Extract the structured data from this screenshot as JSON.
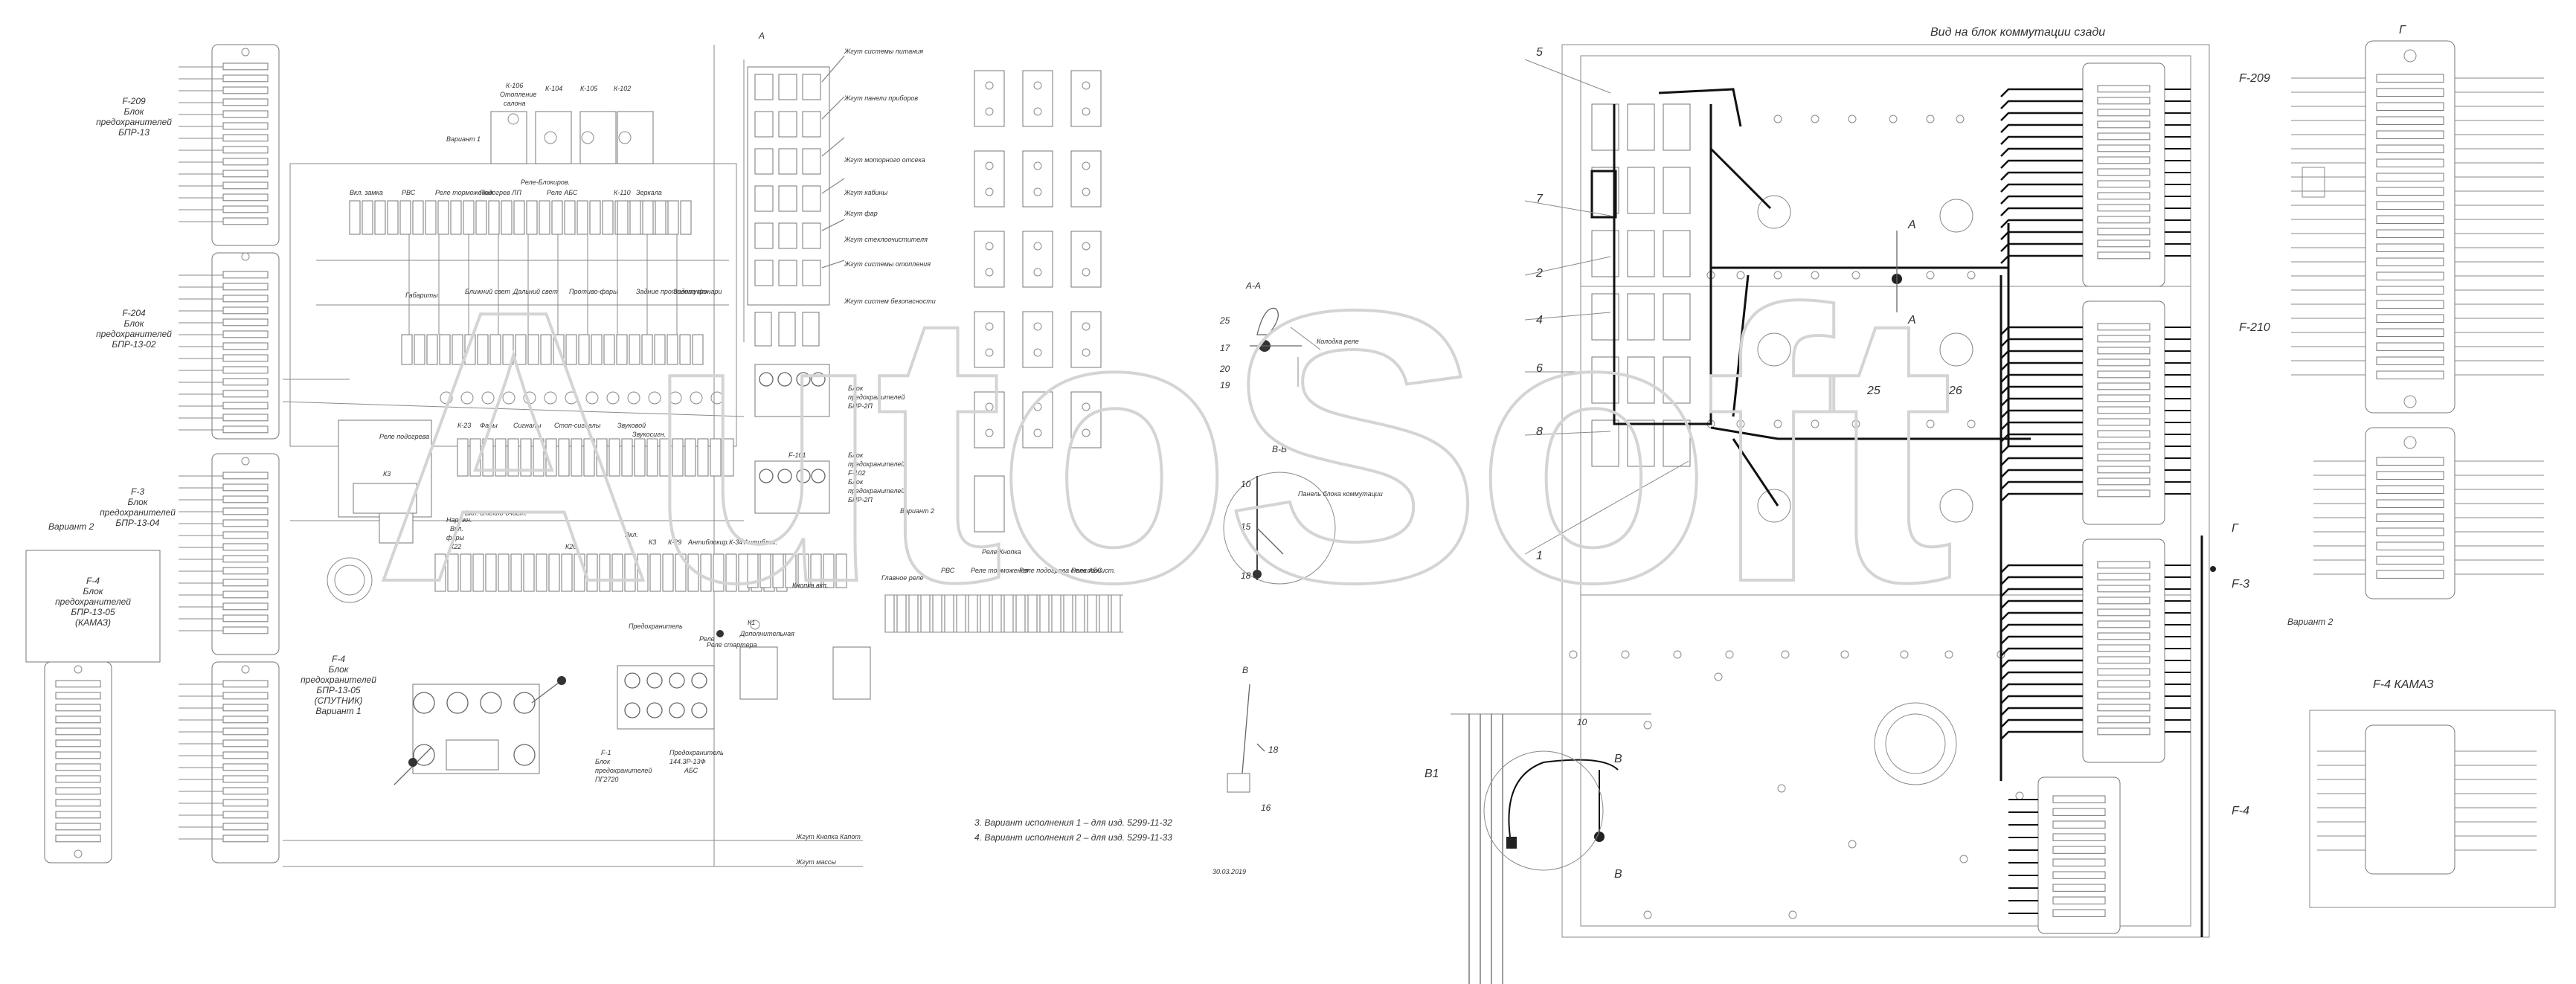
{
  "watermark": "AutoSoft",
  "view_title": "Вид на блок коммутации сзади",
  "left_fuse_blocks": [
    {
      "lines": [
        "F-209",
        "Блок",
        "предохранителей",
        "БПР-13"
      ]
    },
    {
      "lines": [
        "F-204",
        "Блок",
        "предохранителей",
        "БПР-13-02"
      ]
    },
    {
      "lines": [
        "F-3",
        "Блок",
        "предохранителей",
        "БПР-13-04"
      ]
    },
    {
      "lines": [
        "F-4",
        "Блок",
        "предохранителей",
        "БПР-13-05",
        "(КАМАЗ)"
      ]
    },
    {
      "lines": [
        "F-4",
        "Блок",
        "предохранителей",
        "БПР-13-05",
        "(СПУТНИК)",
        "Вариант 1"
      ]
    }
  ],
  "left_variant_label": "Вариант 2",
  "top_labels": [
    "К-106",
    "Отопление",
    "салона",
    "Вариант 1",
    "К-104",
    "К-105",
    "К-102"
  ],
  "relay_row_labels": [
    "Вкл. замка",
    "РВС",
    "Реле торможения",
    "Подогрев ЛП",
    "Реле-Блокиров.",
    "Реле АБС",
    "К-110",
    "Зеркала"
  ],
  "mid_labels": [
    "Габариты",
    "Ближний свет",
    "Дальний свет",
    "Противо-фары",
    "Задние противотуман.",
    "Задние фонари"
  ],
  "lower_labels": [
    "Реле подогрева",
    "К3",
    "К-23",
    "Фары",
    "Сигналы",
    "Стоп-сигналы",
    "Звуковой",
    "Звукосигн."
  ],
  "lower_labels_2": [
    "Наружн.",
    "Вкл.",
    "Вкл. стекло-очист.",
    "фары",
    "К22",
    "К20",
    "Вкл.",
    "К3",
    "К-29",
    "Антиблокир.",
    "К-34",
    "Антиблок.",
    "Кнопка вкл."
  ],
  "bottom_labels": [
    "Предохранитель",
    "Реле стартера",
    "К1",
    "Дополнительная",
    "Реле",
    "F-1",
    "Блок",
    "предохранителей",
    "ПГ2720",
    "Предохранитель",
    "144.3Р-13Ф",
    "АБС"
  ],
  "harness_labels": [
    "Жгут системы питания",
    "Жгут панели приборов",
    "Жгут моторного отсека",
    "Жгут кабины",
    "Жгут фар",
    "Жгут стеклоочистителя",
    "Жгут системы отопления",
    "Жгут систем безопасности"
  ],
  "block_labels": [
    "Блок",
    "предохранителей",
    "БПР-2П",
    "F-101",
    "Блок",
    "предохранителей",
    "F-102",
    "Блок",
    "предохранителей",
    "БПР-2П",
    "Вариант 2"
  ],
  "right_relay_labels": [
    "Главное реле",
    "РВС",
    "Реле торможения",
    "Реле подогрева стеклоочист.",
    "Реле АБС",
    "Реле Кнопка"
  ],
  "harness_bottom": [
    "Жгут Кнопка Капот",
    "Жгут массы"
  ],
  "notes": [
    "3. Вариант исполнения 1 – для изд. 5299-11-32",
    "4. Вариант исполнения 2 – для изд. 5299-11-33"
  ],
  "date": "30.03.2019",
  "section_aa": {
    "title": "А-А",
    "numbers": [
      "25",
      "17",
      "20",
      "19"
    ],
    "note": "Колодка реле"
  },
  "section_bb": {
    "title": "В-В",
    "numbers": [
      "10",
      "15",
      "18"
    ],
    "note": "Панель блока коммутации"
  },
  "section_v": {
    "title": "В",
    "numbers": [
      "18",
      "16"
    ]
  },
  "section_b1": {
    "label": "В1",
    "number": "10",
    "marks": [
      "В",
      "В"
    ]
  },
  "callouts_center": [
    "5",
    "7",
    "2",
    "4",
    "6",
    "8",
    "1",
    "25",
    "26"
  ],
  "marks_a": [
    "А",
    "А"
  ],
  "right_fuse_labels": [
    "F-209",
    "F-210",
    "F-3",
    "F-4"
  ],
  "mark_g": "Г",
  "far_right": {
    "title": "Г",
    "variant": "Вариант 2",
    "block": "F-4 КАМАЗ"
  }
}
